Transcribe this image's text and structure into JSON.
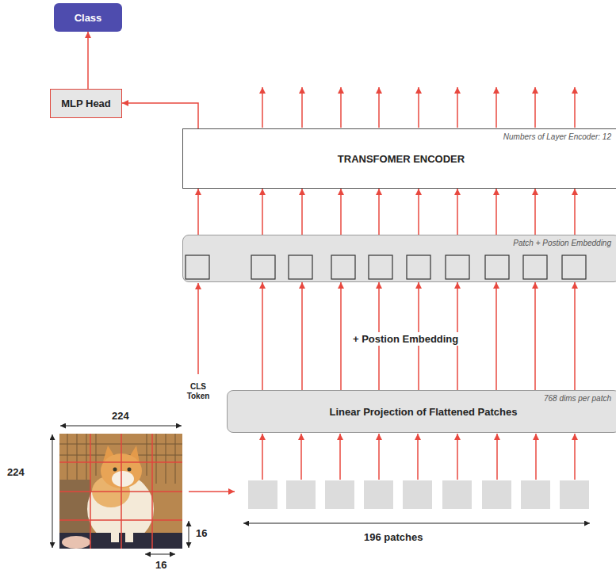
{
  "diagram": {
    "nodes": [
      {
        "text": [
          "Class"
        ]
      },
      {
        "text": [
          "MLP Head"
        ]
      },
      {
        "text": [
          "TRANSFOMER ENCODER",
          "Numbers of Layer Encoder: 12"
        ]
      },
      {
        "text": [
          "Patch + Postion Embedding"
        ]
      },
      {
        "text": [
          "Linear Projection of Flattened Patches",
          "768 dims per patch"
        ]
      }
    ],
    "edges": [
      {
        "from": 1,
        "to": 0,
        "arrow": "to"
      },
      {
        "from": 2,
        "to": 1,
        "arrow": "to"
      },
      {
        "from": 3,
        "to": 2,
        "arrow": "to"
      },
      {
        "from": 3,
        "to": 2,
        "arrow": "to"
      },
      {
        "from": 3,
        "to": 2,
        "arrow": "to"
      },
      {
        "from": 3,
        "to": 2,
        "arrow": "to"
      },
      {
        "from": 3,
        "to": 2,
        "arrow": "to"
      },
      {
        "from": 3,
        "to": 2,
        "arrow": "to"
      },
      {
        "from": 3,
        "to": 2,
        "arrow": "to"
      },
      {
        "from": 3,
        "to": 2,
        "arrow": "to"
      },
      {
        "from": 3,
        "to": 2,
        "arrow": "to"
      },
      {
        "from": 3,
        "to": 2,
        "arrow": "to"
      },
      {
        "from": 4,
        "to": 3,
        "arrow": "to"
      },
      {
        "from": 4,
        "to": 3,
        "arrow": "to"
      },
      {
        "from": 4,
        "to": 3,
        "arrow": "to"
      },
      {
        "from": 4,
        "to": 3,
        "arrow": "to"
      },
      {
        "from": 4,
        "to": 3,
        "arrow": "to"
      },
      {
        "from": 4,
        "to": 3,
        "arrow": "to"
      },
      {
        "from": 4,
        "to": 3,
        "arrow": "to"
      },
      {
        "from": 4,
        "to": 3,
        "arrow": "to"
      },
      {
        "from": 4,
        "to": 3,
        "arrow": "to"
      }
    ],
    "labels": [
      "+ Postion Embedding",
      "CLS Token",
      "224",
      "224",
      "16",
      "16",
      "196 patches"
    ]
  }
}
